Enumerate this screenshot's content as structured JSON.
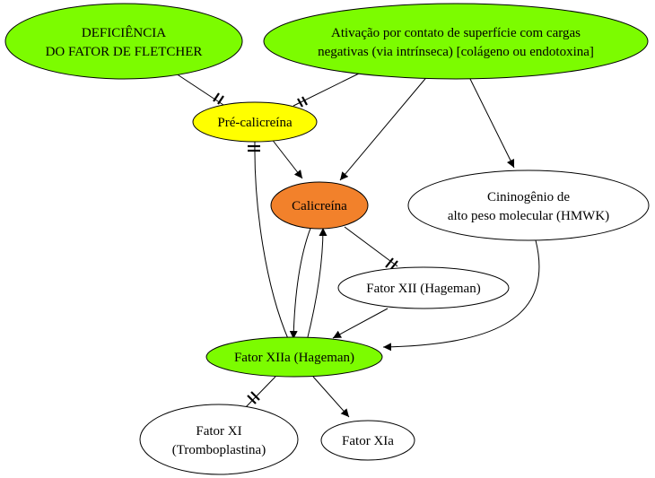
{
  "colors": {
    "green": "#7cfc00",
    "yellow": "#ffff00",
    "orange": "#f2812b",
    "white": "#ffffff"
  },
  "nodes": {
    "deficiency": {
      "line1": "DEFICIÊNCIA",
      "line2": "DO FATOR DE FLETCHER",
      "fill": "green"
    },
    "activation": {
      "line1": "Ativação por contato de superfície com cargas",
      "line2": "negativas (via intrínseca) [colágeno ou endotoxina]",
      "fill": "green"
    },
    "prekallikrein": {
      "label": "Pré-calicreína",
      "fill": "yellow"
    },
    "kallikrein": {
      "label": "Calicreína",
      "fill": "orange"
    },
    "hmwk": {
      "line1": "Cininogênio de",
      "line2": "alto peso molecular (HMWK)",
      "fill": "white"
    },
    "factor_xii": {
      "label": "Fator XII (Hageman)",
      "fill": "white"
    },
    "factor_xiia": {
      "label": "Fator XIIa (Hageman)",
      "fill": "green"
    },
    "factor_xi": {
      "line1": "Fator XI",
      "line2": "(Tromboplastina)",
      "fill": "white"
    },
    "factor_xia": {
      "label": "Fator XIa",
      "fill": "white"
    }
  },
  "edges": [
    {
      "from": "deficiency",
      "to": "prekallikrein",
      "type": "inhibits"
    },
    {
      "from": "activation",
      "to": "prekallikrein",
      "type": "inhibits"
    },
    {
      "from": "activation",
      "to": "kallikrein",
      "type": "activates"
    },
    {
      "from": "activation",
      "to": "hmwk",
      "type": "activates"
    },
    {
      "from": "prekallikrein",
      "to": "kallikrein",
      "type": "activates"
    },
    {
      "from": "factor_xiia",
      "to": "prekallikrein",
      "type": "inhibits"
    },
    {
      "from": "kallikrein",
      "to": "factor_xiia",
      "type": "activates"
    },
    {
      "from": "factor_xiia",
      "to": "kallikrein",
      "type": "activates"
    },
    {
      "from": "kallikrein",
      "to": "factor_xii",
      "type": "inhibits"
    },
    {
      "from": "factor_xii",
      "to": "factor_xiia",
      "type": "activates"
    },
    {
      "from": "hmwk",
      "to": "factor_xiia",
      "type": "activates"
    },
    {
      "from": "factor_xiia",
      "to": "factor_xi",
      "type": "inhibits"
    },
    {
      "from": "factor_xiia",
      "to": "factor_xia",
      "type": "activates"
    }
  ]
}
